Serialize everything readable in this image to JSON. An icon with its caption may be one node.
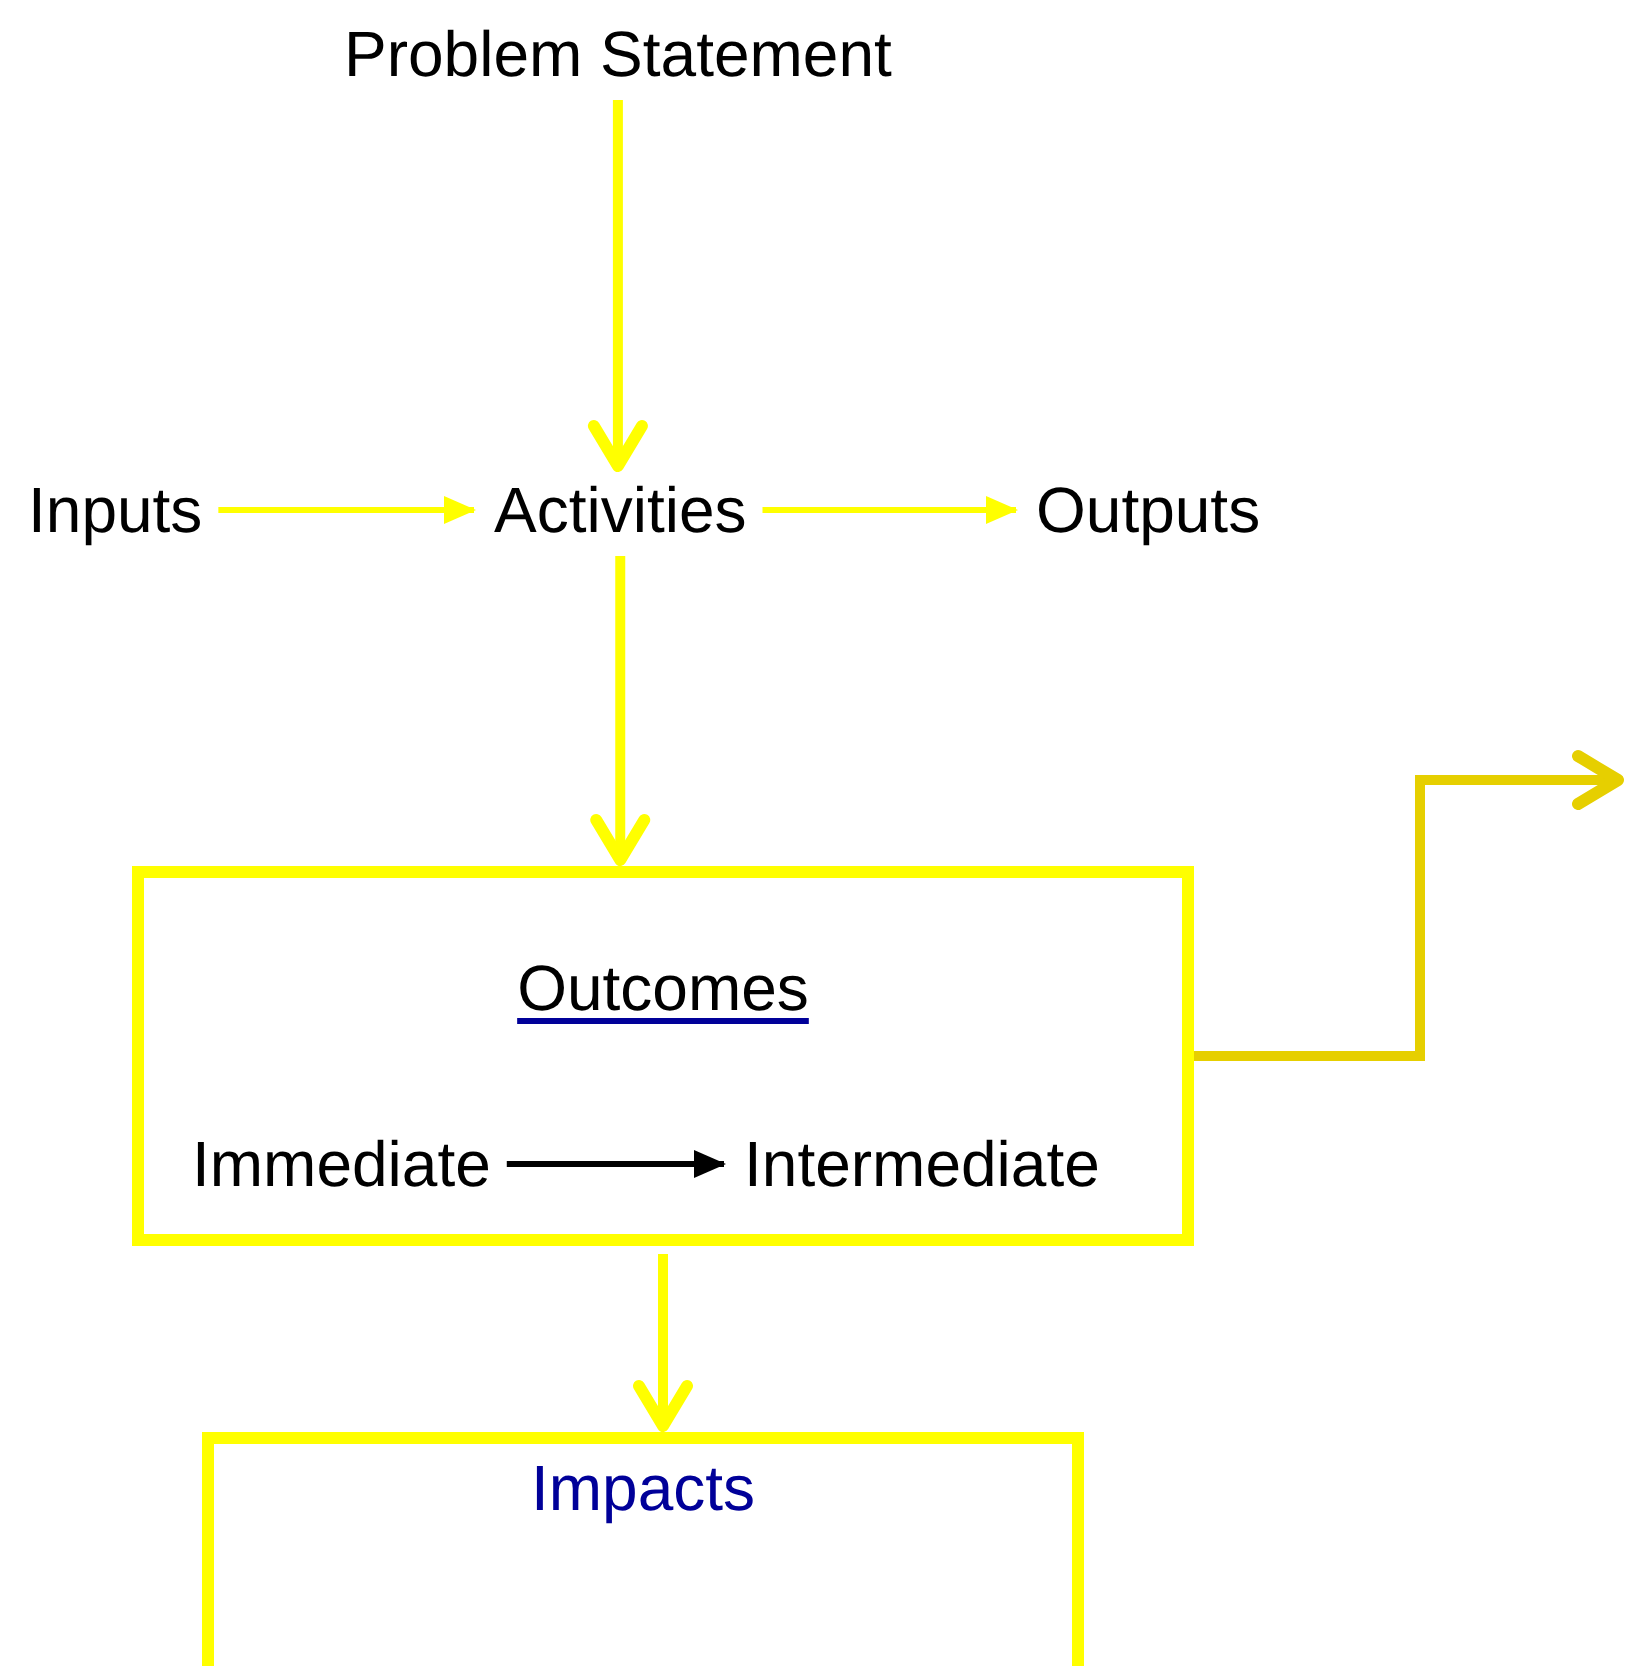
{
  "diagram": {
    "nodes": [
      {
        "text": [
          "Problem Statement"
        ]
      },
      {
        "text": [
          "Inputs"
        ]
      },
      {
        "text": [
          "Activities"
        ]
      },
      {
        "text": [
          "Outputs"
        ]
      },
      {
        "text": [
          "Outcomes"
        ]
      },
      {
        "text": [
          "Immediate"
        ],
        "in": 4
      },
      {
        "text": [
          "Intermediate"
        ],
        "in": 4
      },
      {
        "text": [
          "Impacts"
        ]
      }
    ],
    "edges": [
      {
        "from": 0,
        "to": 2,
        "arrow": "to"
      },
      {
        "from": 1,
        "to": 2,
        "arrow": "to"
      },
      {
        "from": 2,
        "to": 3,
        "arrow": "to"
      },
      {
        "from": 2,
        "to": 4,
        "arrow": "to"
      },
      {
        "from": 5,
        "to": 6,
        "arrow": "to",
        "color": "#000000"
      },
      {
        "from": 4,
        "to": 7,
        "arrow": "to"
      },
      {
        "from": 4,
        "to": null,
        "arrow": "to",
        "color": "#e6cf00"
      }
    ]
  }
}
